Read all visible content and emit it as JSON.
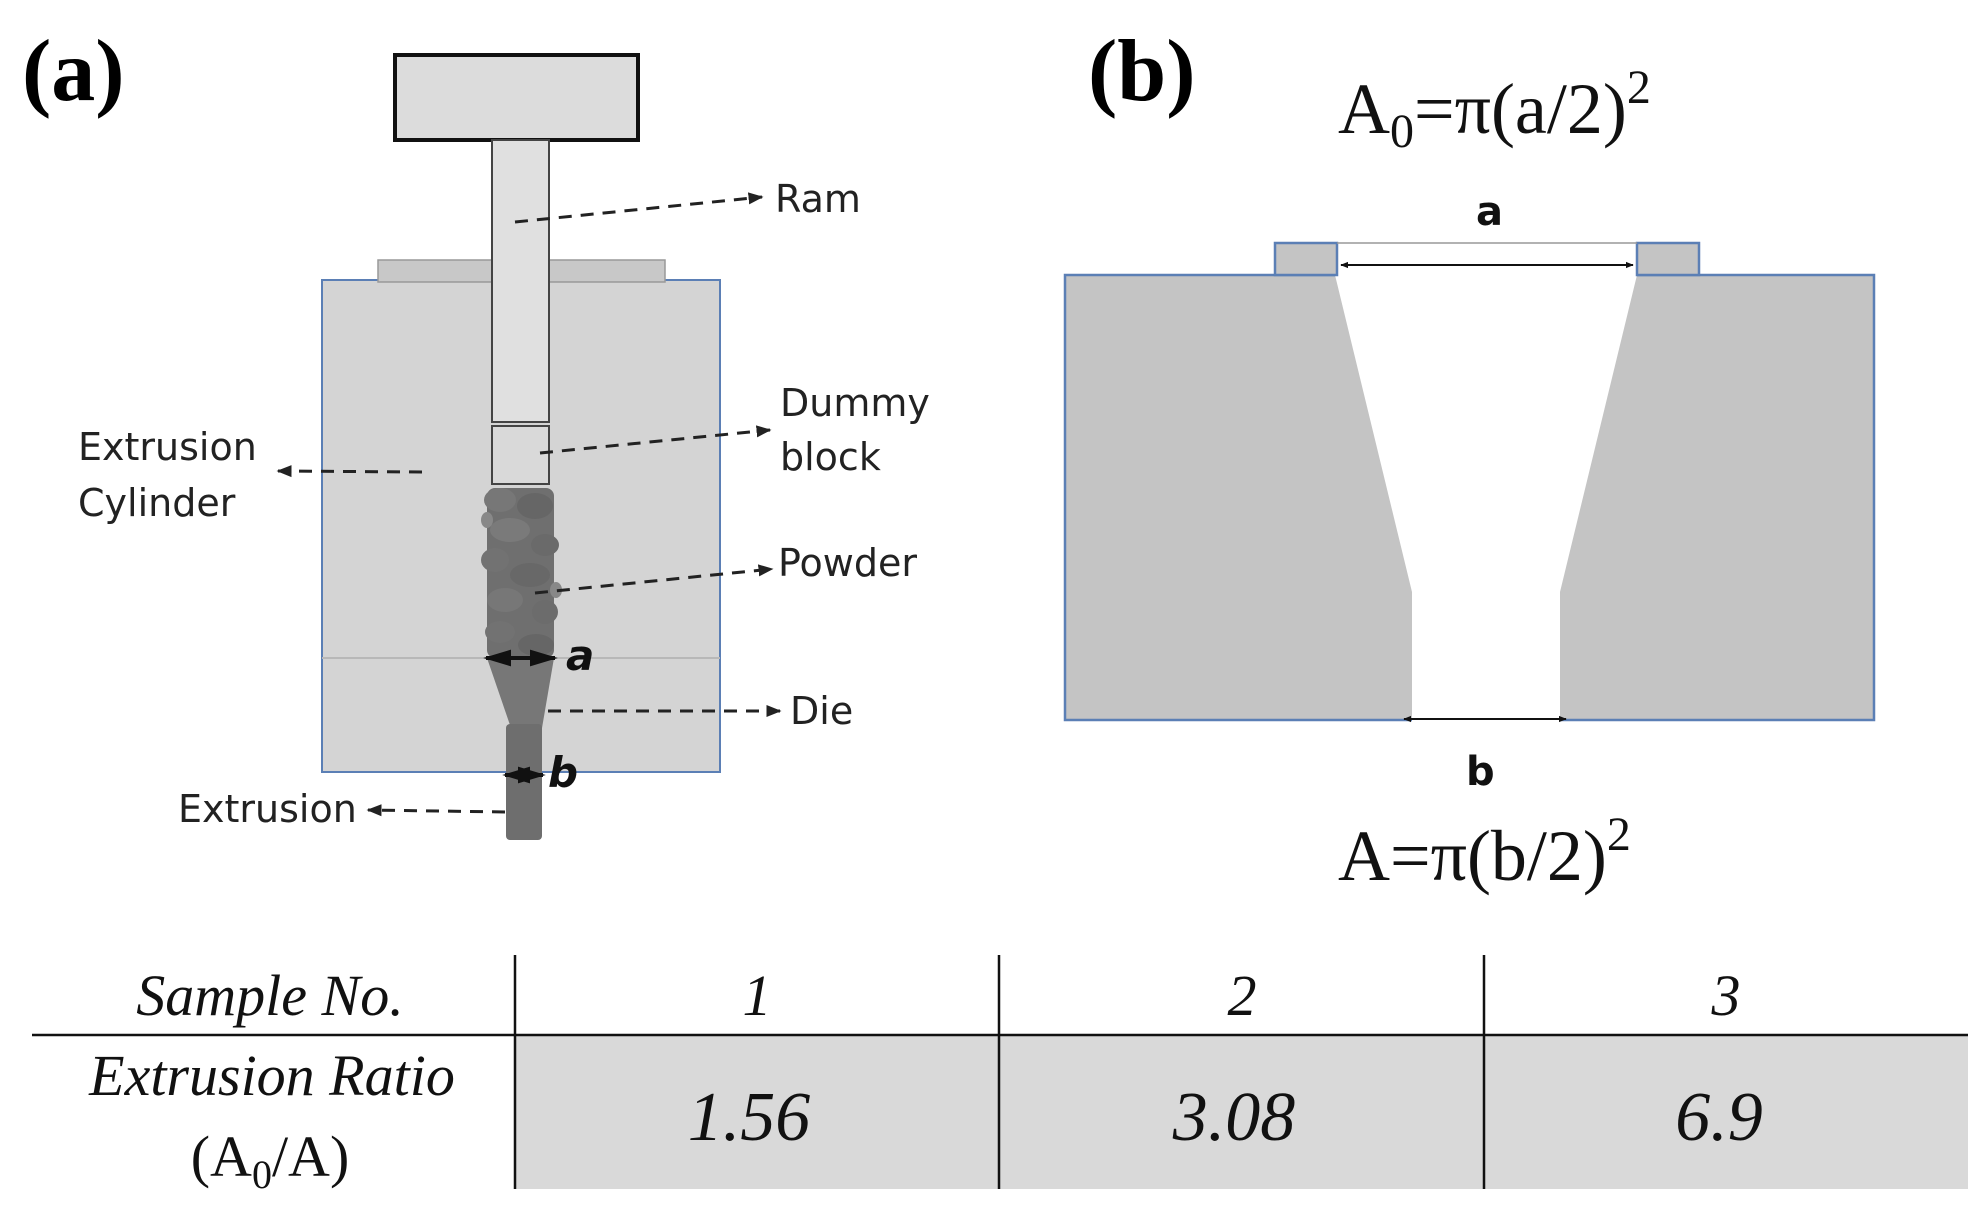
{
  "panel_a": {
    "label": "(a)",
    "labels": {
      "ram": "Ram",
      "dummy_1": "Dummy",
      "dummy_2": "block",
      "cylinder_1": "Extrusion",
      "cylinder_2": "Cylinder",
      "powder": "Powder",
      "die": "Die",
      "extrusion": "Extrusion",
      "a": "a",
      "b": "b"
    }
  },
  "panel_b": {
    "label": "(b)",
    "top_formula": {
      "lhs": "A",
      "sub": "0",
      "rhs": "=π(a/2)",
      "sup": "2"
    },
    "bottom_formula": {
      "lhs": "A=π(b/2)",
      "sup": "2"
    },
    "a": "a",
    "b": "b"
  },
  "table": {
    "row1_label": "Sample No.",
    "row2_label": "Extrusion Ratio",
    "row2_sub": {
      "pre": "(A",
      "sub": "0",
      "post": "/A)"
    },
    "samples": [
      "1",
      "2",
      "3"
    ],
    "ratios": [
      "1.56",
      "3.08",
      "6.9"
    ]
  },
  "colors": {
    "body_gray": "#d4d4d4",
    "die_gray": "#c4c4c4",
    "ram_gray": "#e0e0e0",
    "powder": "#6f6f6f",
    "edge_blue": "#5b7fb5",
    "table_fill": "#d9d9d9"
  }
}
